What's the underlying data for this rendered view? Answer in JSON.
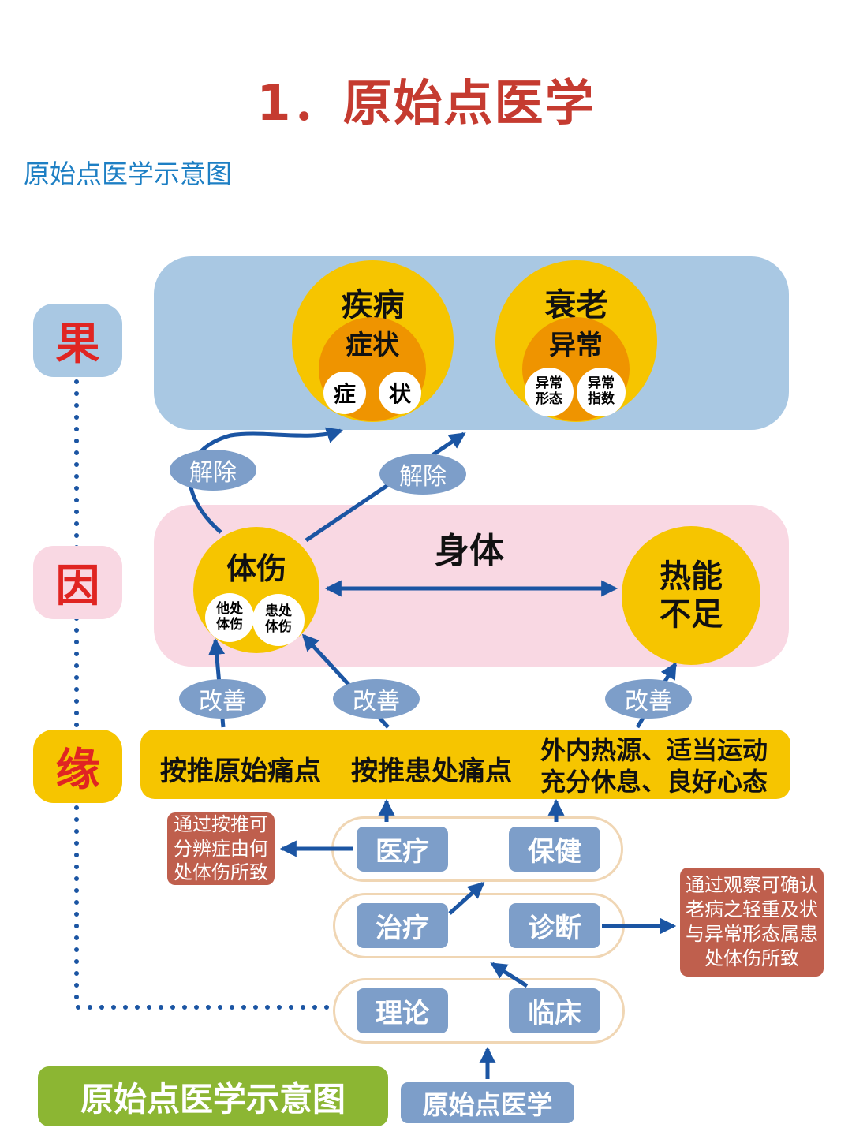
{
  "title": "1．原始点医学",
  "subtitle": "原始点医学示意图",
  "row_labels": {
    "result": "果",
    "cause": "因",
    "condition": "缘"
  },
  "result_section": {
    "disease": "疾病",
    "symptoms": "症状",
    "symptom_1": "症",
    "symptom_2": "状",
    "aging": "衰老",
    "abnormal": "异常",
    "abnormal_form": "异常\n形态",
    "abnormal_index": "异常\n指数"
  },
  "cause_section": {
    "body": "身体",
    "body_injury": "体伤",
    "other_injury": "他处\n体伤",
    "affected_injury": "患处\n体伤",
    "heat_deficiency": "热能\n不足"
  },
  "connectors": {
    "relieve_1": "解除",
    "relieve_2": "解除",
    "improve_1": "改善",
    "improve_2": "改善",
    "improve_3": "改善"
  },
  "condition_section": {
    "press_origin_points": "按推原始痛点",
    "press_affected_points": "按推患处痛点",
    "heat_care": "外内热源、适当运动\n充分休息、良好心态"
  },
  "process": {
    "medical": "医疗",
    "healthcare": "保健",
    "treatment": "治疗",
    "diagnosis": "诊断",
    "theory": "理论",
    "clinical": "临床",
    "origin_point_medicine": "原始点医学"
  },
  "callouts": {
    "left": "通过按推可\n分辨症由何\n处体伤所致",
    "right": "通过观察可确认\n老病之轻重及状\n与异常形态属患\n处体伤所致"
  },
  "footer_label": "原始点医学示意图",
  "colors": {
    "title_red": "#c53b30",
    "subtitle_blue": "#1d7fc4",
    "light_blue_panel": "#a9c8e3",
    "pink_panel": "#f9d8e3",
    "yellow": "#f6c500",
    "orange": "#ef9400",
    "slate_blue": "#7d9ec9",
    "arrow_navy": "#1b55a3",
    "green": "#8cb633",
    "rust": "#bf5f4d",
    "label_red": "#e02522"
  }
}
